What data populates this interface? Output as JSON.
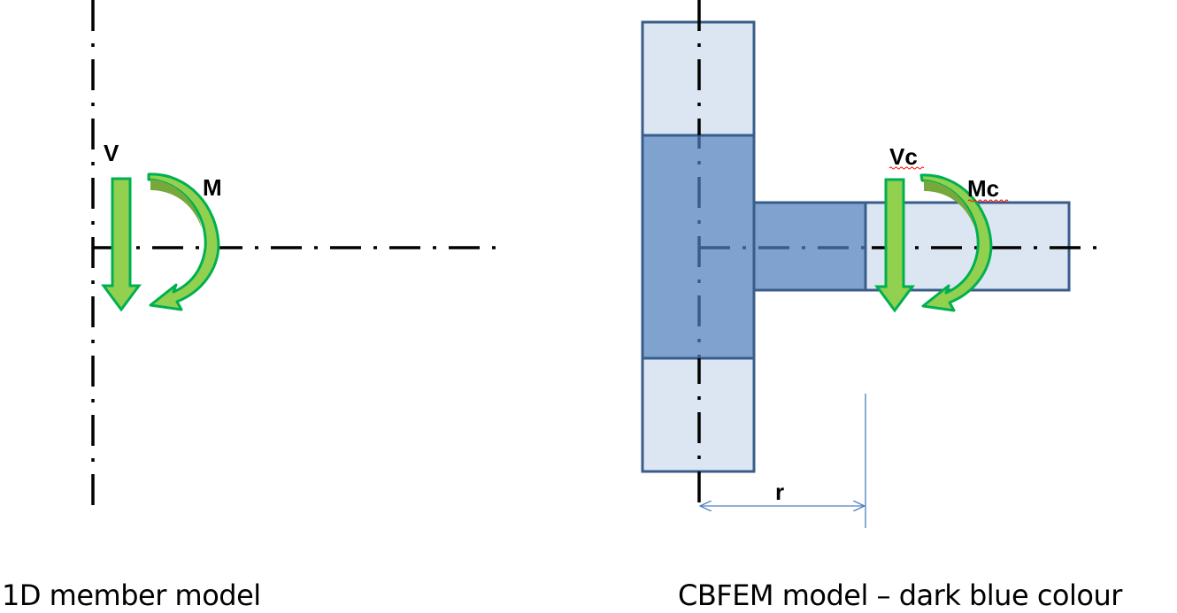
{
  "left_panel": {
    "caption": "1D member model",
    "labels": {
      "shear": "V",
      "moment": "M"
    }
  },
  "right_panel": {
    "caption": "CBFEM model – dark blue colour",
    "labels": {
      "shear": "Vc",
      "moment": "Mc",
      "dimension": "r"
    }
  },
  "colors": {
    "dark_blue_fill": "#7fa2cf",
    "light_blue_fill": "#dce6f2",
    "outline": "#385d8a",
    "arrow_green": "#92d050",
    "arrow_green_outline": "#00b050",
    "arrow_green_dark": "#77a83b",
    "dimension_line": "#4f81bd",
    "axis_line": "#000000",
    "spellcheck_underline": "#ff0000"
  }
}
